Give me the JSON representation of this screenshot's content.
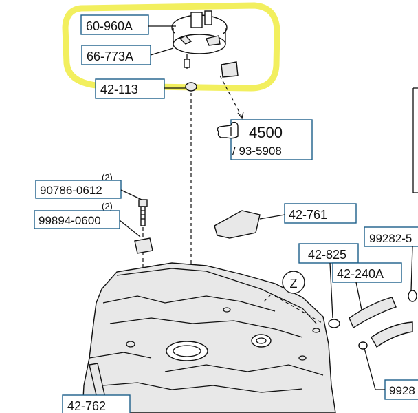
{
  "parts": {
    "p1": "60-960A",
    "p2": "66-773A",
    "p3": "42-113",
    "p4_code": "4500",
    "p4_ref": "/ 93-5908",
    "p5": "90786-0612",
    "p5_qty": "(2)",
    "p6": "99894-0600",
    "p6_qty": "(2)",
    "p7": "42-761",
    "p8": "42-825",
    "p9": "42-240A",
    "p10": "99282-5",
    "p11": "42-762",
    "p12": "9928"
  },
  "view_marker": "Z",
  "colors": {
    "highlight": "#f4f169",
    "label_border": "#1d5f8a",
    "line": "#111111"
  },
  "icons": {
    "reference": "pointing-hand-icon"
  }
}
